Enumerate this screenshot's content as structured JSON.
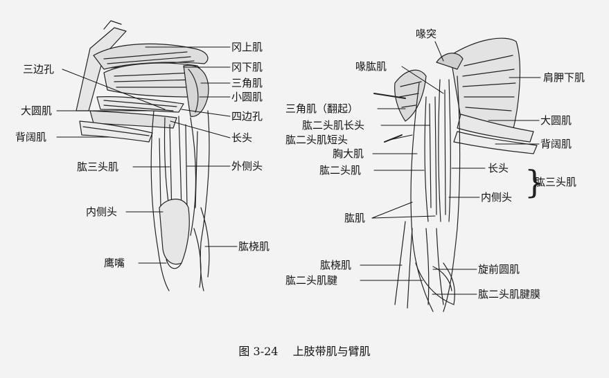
{
  "figure": {
    "caption_number": "图 3-24",
    "caption_title": "上肢带肌与臂肌"
  },
  "left_labels": {
    "supraspinatus": "冈上肌",
    "infraspinatus": "冈下肌",
    "triangular_space": "三边孔",
    "deltoid": "三角肌",
    "teres_minor": "小圆肌",
    "teres_major": "大圆肌",
    "quadrangular_space": "四边孔",
    "latissimus_dorsi": "背阔肌",
    "long_head": "长头",
    "triceps": "肱三头肌",
    "lateral_head": "外侧头",
    "medial_head": "内侧头",
    "brachioradialis": "肱桡肌",
    "olecranon": "鹰嘴"
  },
  "right_labels": {
    "coracoid": "喙突",
    "coracobrachialis": "喙肱肌",
    "subscapularis": "肩胛下肌",
    "deltoid_reflected": "三角肌（翻起）",
    "biceps_long_head": "肱二头肌长头",
    "teres_major": "大圆肌",
    "biceps_short_head": "肱二头肌短头",
    "latissimus_dorsi": "背阔肌",
    "pectoralis_major": "胸大肌",
    "long_head": "长头",
    "biceps": "肱二头肌",
    "triceps_group": "肱三头肌",
    "medial_head": "内侧头",
    "brachialis": "肱肌",
    "brachioradialis": "肱桡肌",
    "pronator_teres": "旋前圆肌",
    "biceps_tendon": "肱二头肌腱",
    "bicipital_aponeurosis": "肱二头肌腱膜"
  }
}
